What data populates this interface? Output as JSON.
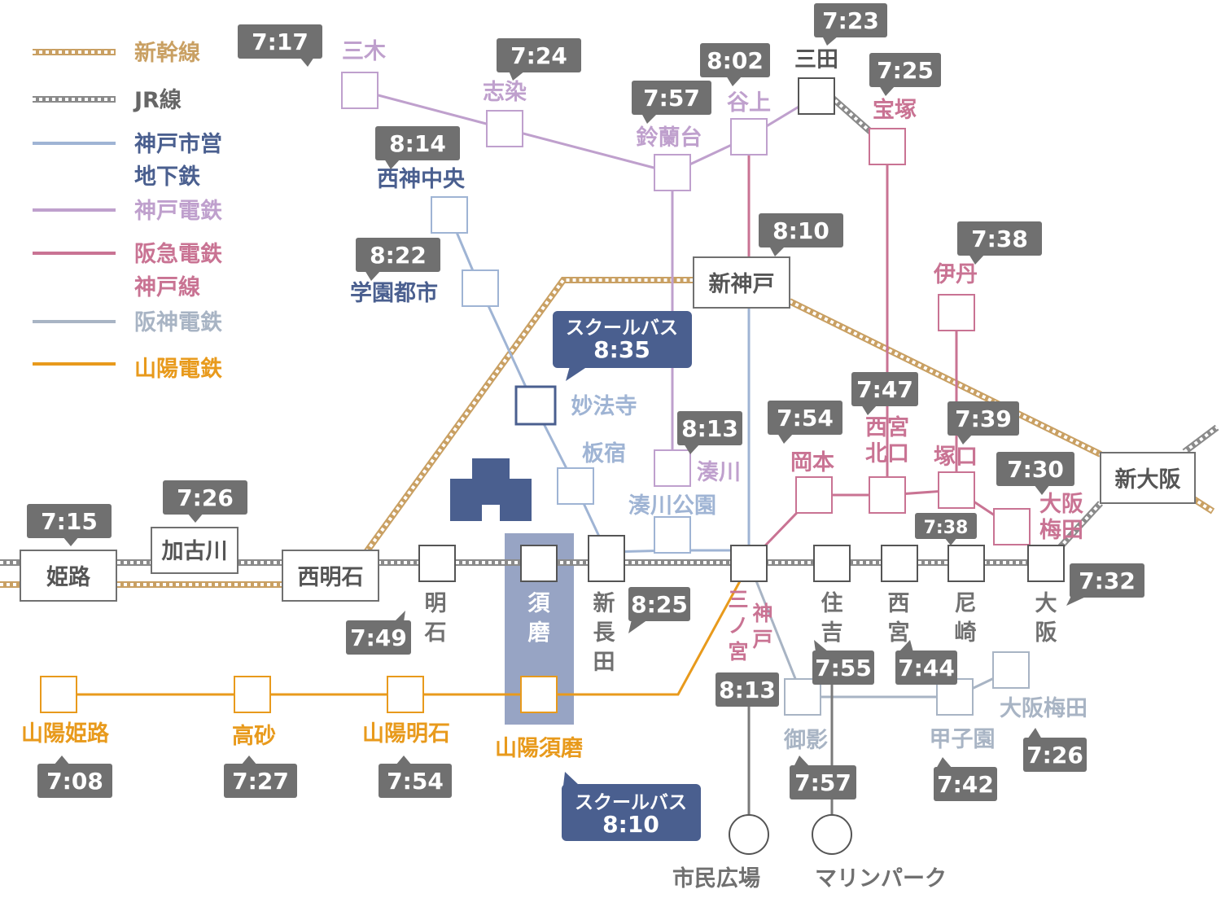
{
  "colors": {
    "shinkansen": "#c9a063",
    "jr": "#8a8a8a",
    "kobe_subway": "#9fb4d4",
    "kobe_dentetsu": "#bfa0cd",
    "hankyu": "#c97393",
    "hanshin": "#a8b4c4",
    "sanyo": "#e89a1c",
    "time_box": "#707070",
    "school_bus": "#4a5f8f",
    "school_building": "#4a5f8f",
    "suma_highlight": "#97a4c4"
  },
  "legend": {
    "shinkansen": "新幹線",
    "jr": "JR線",
    "kobe_subway_1": "神戸市営",
    "kobe_subway_2": "地下鉄",
    "kobe_dentetsu": "神戸電鉄",
    "hankyu_1": "阪急電鉄",
    "hankyu_2": "神戸線",
    "hanshin": "阪神電鉄",
    "sanyo": "山陽電鉄"
  },
  "stations": {
    "miki": "三木",
    "shiso": "志染",
    "suzurandai": "鈴蘭台",
    "tanigami": "谷上",
    "sanda": "三田",
    "takarazuka": "宝塚",
    "seishin_chuo": "西神中央",
    "gakuen_toshi": "学園都市",
    "shin_kobe": "新神戸",
    "itami": "伊丹",
    "myohoji": "妙法寺",
    "itayado": "板宿",
    "minatogawa": "湊川",
    "minatogawa_koen": "湊川公園",
    "okamoto": "岡本",
    "nishinomiya_kitaguchi_1": "西宮",
    "nishinomiya_kitaguchi_2": "北口",
    "tsukaguchi": "塚口",
    "osaka_umeda_hankyu_1": "大阪",
    "osaka_umeda_hankyu_2": "梅田",
    "shin_osaka": "新大阪",
    "himeji": "姫路",
    "kakogawa": "加古川",
    "nishi_akashi": "西明石",
    "akashi": "明石",
    "suma": "須磨",
    "shin_nagata": "新長田",
    "sannomiya_hankyu": "三ノ宮",
    "sannomiya_jr": "神戸",
    "sumiyoshi": "住吉",
    "nishinomiya": "西宮",
    "amagasaki": "尼崎",
    "osaka": "大阪",
    "sanyo_himeji": "山陽姫路",
    "takasago": "高砂",
    "sanyo_akashi": "山陽明石",
    "sanyo_suma": "山陽須磨",
    "mikage": "御影",
    "koshien": "甲子園",
    "osaka_umeda_hanshin": "大阪梅田",
    "shimin_hiroba": "市民広場",
    "marine_park": "マリンパーク"
  },
  "times": {
    "miki": "7:17",
    "shiso": "7:24",
    "tanigami": "8:02",
    "sanda": "7:23",
    "suzurandai": "7:57",
    "takarazuka": "7:25",
    "seishin_chuo": "8:14",
    "shin_kobe": "8:10",
    "itami": "7:38",
    "gakuen_toshi": "8:22",
    "minatogawa": "8:13",
    "okamoto": "7:54",
    "nishinomiya_kitaguchi": "7:47",
    "tsukaguchi": "7:39",
    "osaka_umeda_hankyu": "7:30",
    "amagasaki": "7:38",
    "himeji": "7:15",
    "kakogawa": "7:26",
    "osaka": "7:32",
    "akashi": "7:49",
    "shin_nagata": "8:25",
    "sumiyoshi": "7:55",
    "nishinomiya": "7:44",
    "sannomiya": "8:13",
    "osaka_umeda_hanshin": "7:26",
    "sanyo_himeji": "7:08",
    "takasago": "7:27",
    "sanyo_akashi": "7:54",
    "mikage": "7:57",
    "koshien": "7:42"
  },
  "school_bus": {
    "label": "スクールバス",
    "myohoji_time": "8:35",
    "suma_time": "8:10"
  }
}
